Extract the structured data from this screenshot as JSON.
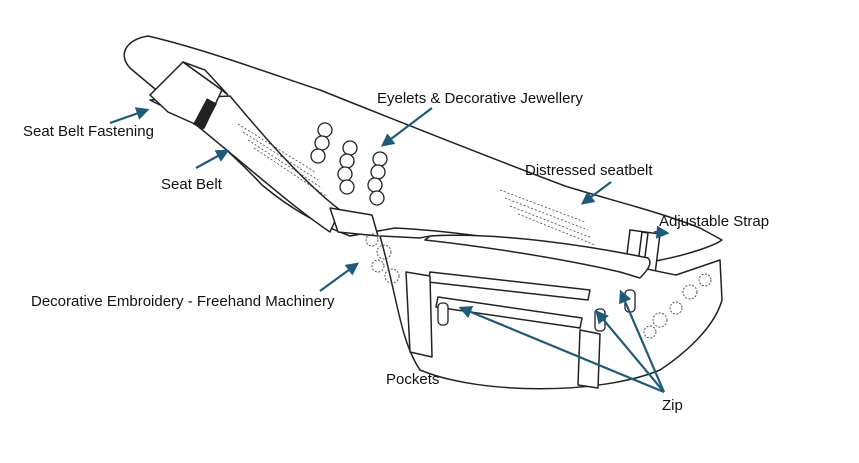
{
  "diagram": {
    "labels": {
      "seat_belt_fastening": "Seat Belt Fastening",
      "seat_belt": "Seat Belt",
      "eyelets_jewellery": "Eyelets & Decorative Jewellery",
      "distressed_seatbelt": "Distressed seatbelt",
      "adjustable_strap": "Adjustable Strap",
      "decorative_embroidery": "Decorative Embroidery - Freehand Machinery",
      "pockets": "Pockets",
      "zip": "Zip"
    },
    "colors": {
      "arrow": "#1f5a78",
      "outline": "#222222",
      "fill": "#ffffff",
      "text": "#111111"
    }
  }
}
